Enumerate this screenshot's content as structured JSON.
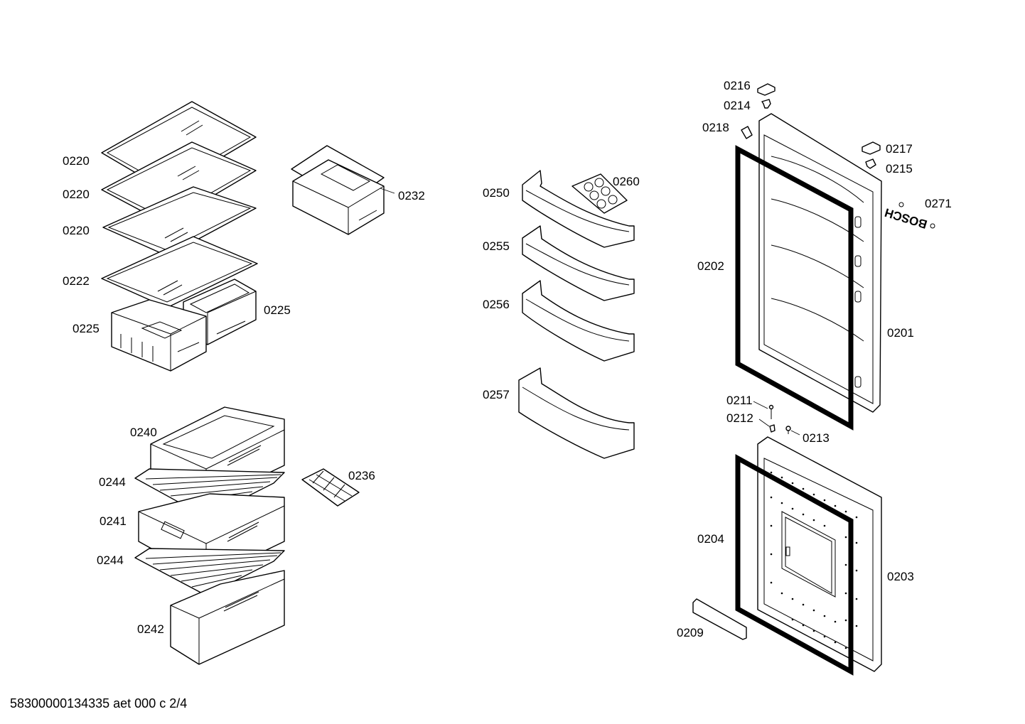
{
  "labels": {
    "l0220a": "0220",
    "l0220b": "0220",
    "l0220c": "0220",
    "l0222": "0222",
    "l0225a": "0225",
    "l0225b": "0225",
    "l0232": "0232",
    "l0240": "0240",
    "l0244a": "0244",
    "l0241": "0241",
    "l0244b": "0244",
    "l0242": "0242",
    "l0236": "0236",
    "l0250": "0250",
    "l0260": "0260",
    "l0255": "0255",
    "l0256": "0256",
    "l0257": "0257",
    "l0216": "0216",
    "l0214": "0214",
    "l0218": "0218",
    "l0217": "0217",
    "l0215": "0215",
    "l0271": "0271",
    "l0202": "0202",
    "l0201": "0201",
    "l0211": "0211",
    "l0212": "0212",
    "l0213": "0213",
    "l0204": "0204",
    "l0203": "0203",
    "l0209": "0209"
  },
  "logo_text": "BOSCH",
  "footer": "58300000134335 aet 000 c 2/4"
}
